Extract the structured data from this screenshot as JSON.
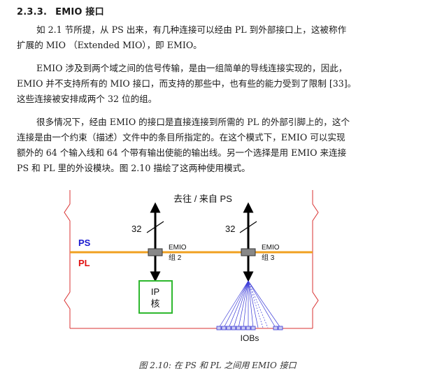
{
  "section": {
    "number": "2.3.3.",
    "title": "EMIO 接口"
  },
  "paragraphs": [
    [
      "如 2.1 节所提，从 PS 出来，有几种连接可以经由 PL 到外部接口上，这被称作",
      "扩展的 MIO （Extended MIO），即 EMIO。"
    ],
    [
      "EMIO 涉及到两个域之间的信号传输，是由一组简单的导线连接实现的，因此，",
      "EMIO 并不支持所有的 MIO 接口，而支持的那些中，也有些的能力受到了限制 [33]。",
      "这些连接被安排成两个 32 位的组。"
    ],
    [
      "很多情况下，经由 EMIO 的接口是直接连接到所需的 PL 的外部引脚上的，这个",
      "连接是由一个约束（描述）文件中的条目所指定的。在这个模式下，EMIO 可以实现",
      "额外的 64 个输入线和 64 个带有输出使能的输出线。另一个选择是用 EMIO 来连接",
      "PS 和 PL 里的外设模块。图 2.10 描绘了这两种使用模式。"
    ]
  ],
  "figure": {
    "top_label": "去往 / 来自 PS",
    "ps_label": "PS",
    "pl_label": "PL",
    "bus_width_left": "32",
    "bus_width_right": "32",
    "emio_label": "EMIO",
    "group2_label": "组 2",
    "group3_label": "组 3",
    "ip_line1": "IP",
    "ip_line2": "核",
    "iobs_label": "IOBs",
    "colors": {
      "boundary": "#f0a020",
      "ps": "#1a1ad0",
      "pl": "#e01010",
      "ip_border": "#2eb82e",
      "fanout": "#3a3ad8",
      "frame": "#d93030"
    }
  },
  "caption": "图 2.10:    在 PS 和 PL 之间用 EMIO 接口"
}
